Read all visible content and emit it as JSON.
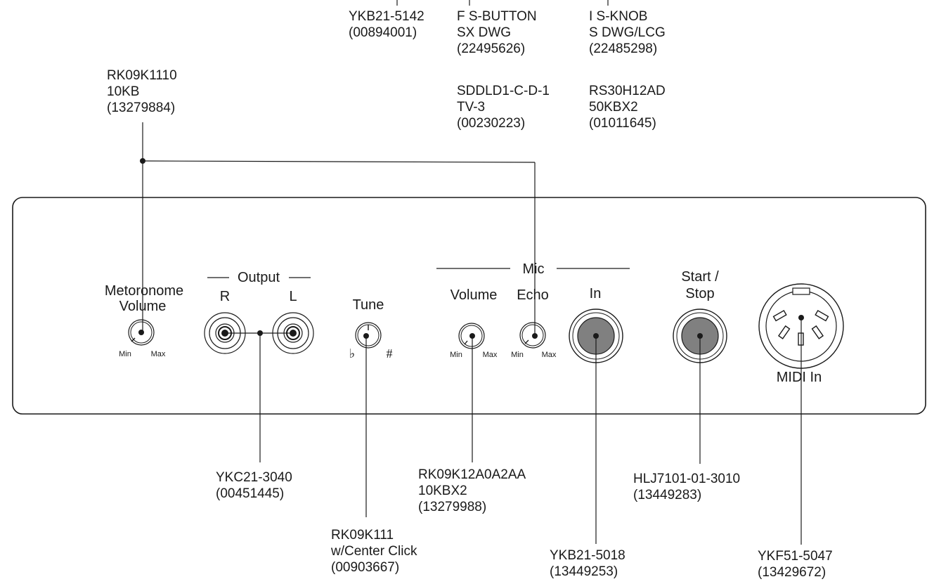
{
  "callouts": {
    "top_1": [
      "YKB21-5142",
      "(00894001)"
    ],
    "top_2": [
      "F S-BUTTON",
      "SX DWG",
      "(22495626)"
    ],
    "top_3": [
      "I S-KNOB",
      "S DWG/LCG",
      "(22485298)"
    ],
    "top_4": [
      "SDDLD1-C-D-1",
      "TV-3",
      "(00230223)"
    ],
    "top_5": [
      "RS30H12AD",
      "50KBX2",
      "(01011645)"
    ],
    "metronome_pot": [
      "RK09K1110",
      "10KB",
      "(13279884)"
    ],
    "output_jack": [
      "YKC21-3040",
      "(00451445)"
    ],
    "tune_pot": [
      "RK09K111",
      "w/Center Click",
      "(00903667)"
    ],
    "mic_pot": [
      "RK09K12A0A2AA",
      "10KBX2",
      "(13279988)"
    ],
    "mic_in_jack": [
      "YKB21-5018",
      "(13449253)"
    ],
    "start_stop_switch": [
      "HLJ7101-01-3010",
      "(13449283)"
    ],
    "midi_in_jack": [
      "YKF51-5047",
      "(13429672)"
    ]
  },
  "panel": {
    "metronome_volume": [
      "Metoronome",
      "Volume"
    ],
    "output": "Output",
    "output_r": "R",
    "output_l": "L",
    "tune": "Tune",
    "tune_flat": "♭",
    "tune_sharp": "#",
    "mic": "Mic",
    "mic_volume": "Volume",
    "mic_echo": "Echo",
    "mic_in": "In",
    "start_stop": [
      "Start /",
      "Stop"
    ],
    "midi_in": "MIDI In",
    "min": "Min",
    "max": "Max"
  }
}
